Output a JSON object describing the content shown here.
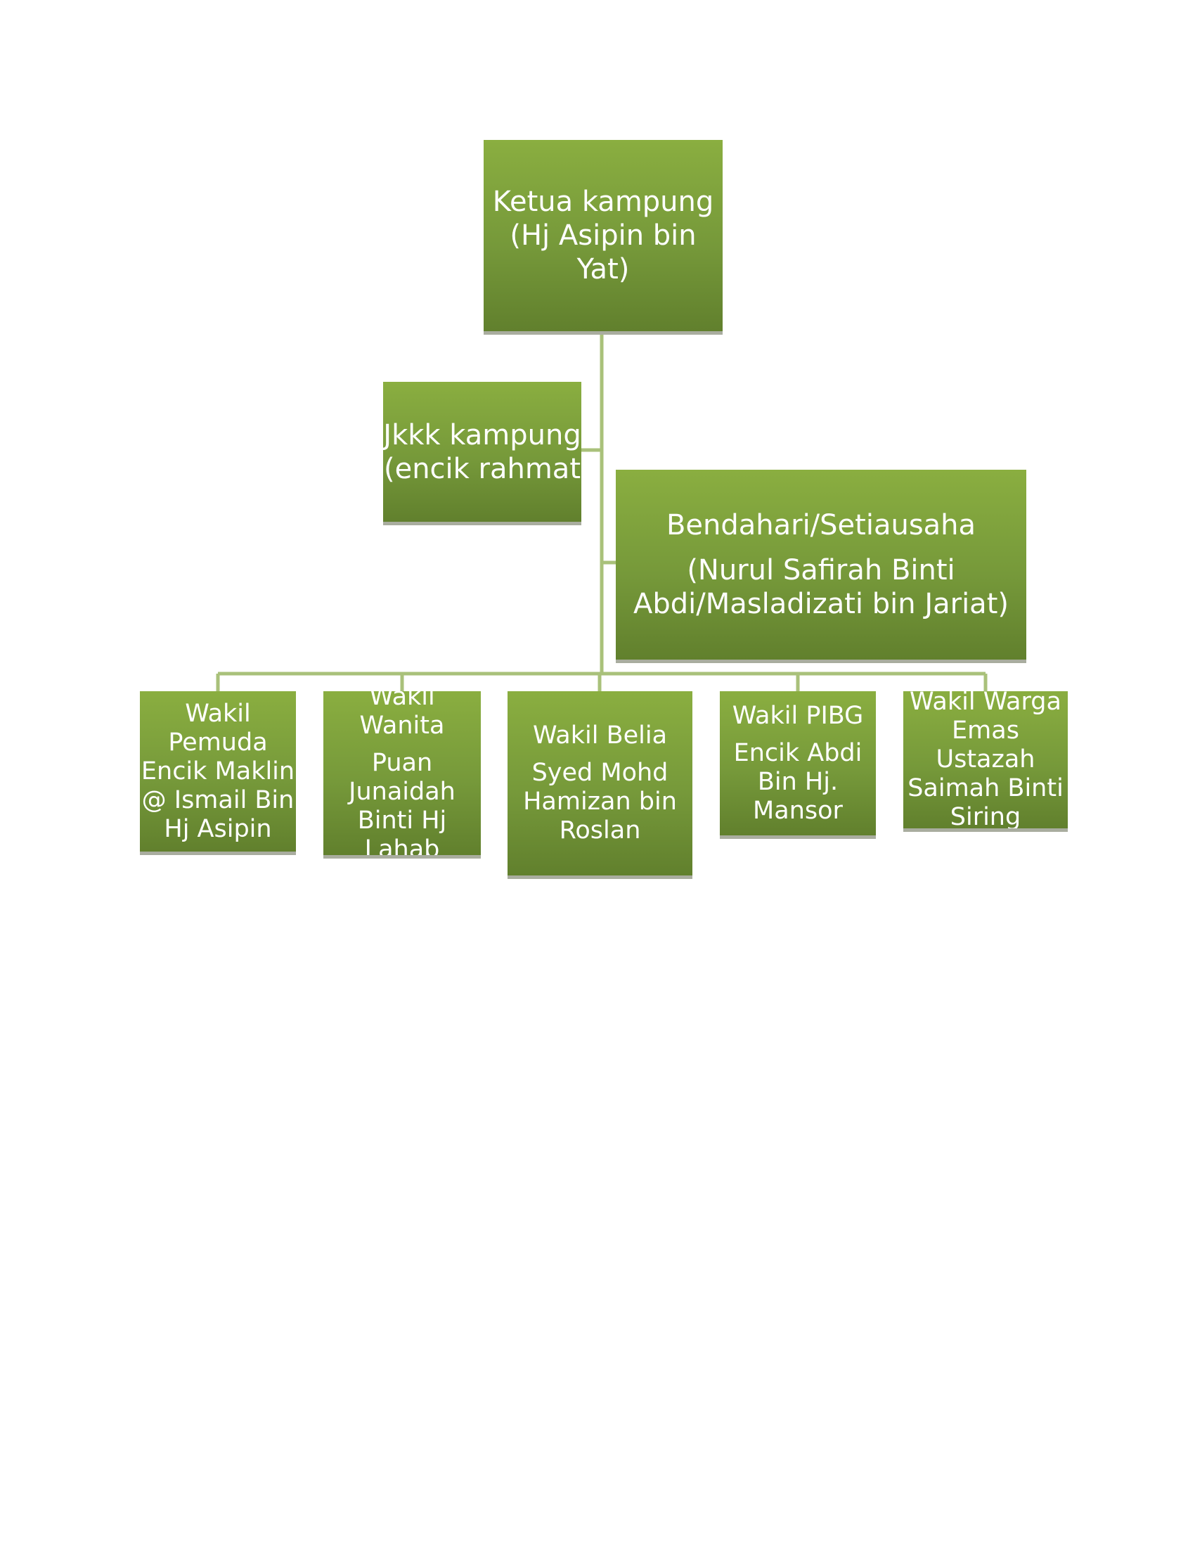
{
  "colors": {
    "box_top": "#8aae40",
    "box_bottom": "#61802d",
    "connector": "#a9c17a",
    "shadow": "#a9ad9f",
    "text": "#ffffff"
  },
  "nodes": {
    "ketua": {
      "lines": [
        "Ketua kampung\n(Hj Asipin bin\nYat)"
      ]
    },
    "jkkk": {
      "lines": [
        "Jkkk kampung\n(encik rahmat"
      ]
    },
    "bendahari": {
      "lines": [
        "Bendahari/Setiausaha",
        "(Nurul Safirah Binti\nAbdi/Masladizati bin Jariat)"
      ]
    },
    "pemuda": {
      "lines": [
        "Wakil\nPemuda\nEncik Maklin\n@ Ismail Bin\nHj Asipin"
      ]
    },
    "wanita": {
      "lines": [
        "Wakil Wanita",
        "Puan\nJunaidah\nBinti Hj\nLahab"
      ]
    },
    "belia": {
      "lines": [
        "Wakil Belia",
        "Syed Mohd\nHamizan bin\nRoslan"
      ]
    },
    "pibg": {
      "lines": [
        "Wakil PIBG",
        "Encik Abdi\nBin Hj.\nMansor"
      ]
    },
    "warga": {
      "lines": [
        "Wakil Warga\nEmas\nUstazah\nSaimah Binti\nSiring"
      ]
    }
  }
}
